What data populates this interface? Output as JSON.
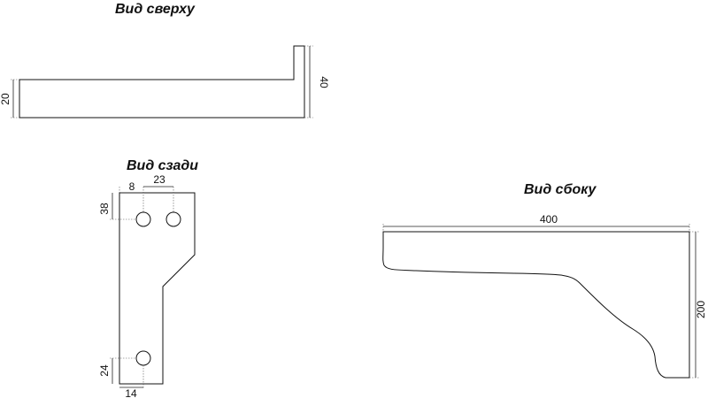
{
  "views": {
    "top": {
      "title": "Вид сверху",
      "dims": {
        "thickness": "20",
        "depth": "40"
      }
    },
    "back": {
      "title": "Вид сзади",
      "dims": {
        "hole_edge_x": "8",
        "hole_spacing": "23",
        "hole_top_y": "38",
        "hole_bottom_y": "24",
        "width_bottom": "14"
      }
    },
    "side": {
      "title": "Вид сбоку",
      "dims": {
        "length": "400",
        "height": "200"
      }
    }
  }
}
